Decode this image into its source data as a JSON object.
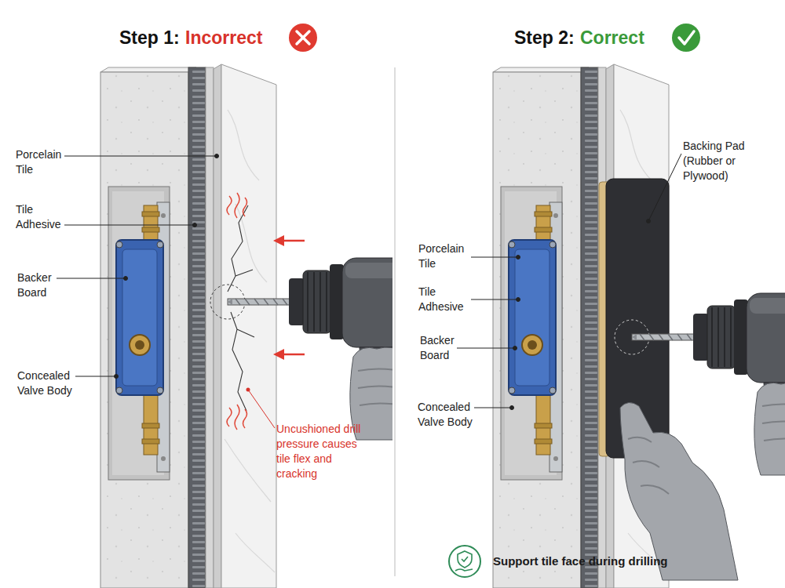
{
  "diagram": {
    "labels": [
      "Step 1:",
      "Incorrect",
      "Porcelain Tile",
      "Tile Adhesive",
      "Backer Board",
      "Concealed Valve Body",
      "Uncushioned drill pressure causes tile flex and cracking",
      "Step 2:",
      "Correct",
      "Backing Pad (Rubber or Plywood)",
      "Porcelain Tile",
      "Tile Adhesive",
      "Backer Board",
      "Concealed Valve Body",
      "Support tile face during drilling"
    ]
  }
}
